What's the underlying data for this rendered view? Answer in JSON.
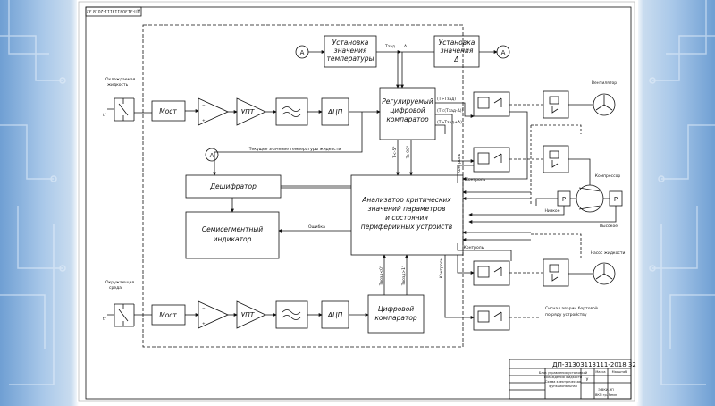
{
  "title_block": {
    "doc_code": "ДП-31303113111-2018 32",
    "doc_code_rot": "ДП-31303113111-2018 32",
    "desc_lines": [
      "Блок управления установкой",
      "охлаждения жидкости",
      "Схема электрическая",
      "функциональная"
    ],
    "sheet_lines": [
      "Э-ВКИ-ЭП",
      "ВКП гр. Ремл"
    ],
    "letter": "У",
    "col_mass": "Масса",
    "col_scale": "Масштаб"
  },
  "sensors": {
    "cooled_liquid": [
      "Охлаждаемая",
      "жидкость"
    ],
    "ambient": [
      "Окружающая",
      "среда"
    ],
    "t_label": "t°"
  },
  "blocks": {
    "bridge": "Мост",
    "dc_amp": "УПТ",
    "adc": "АЦП",
    "regulated_comparator": [
      "Регулируемый",
      "цифровой",
      "компаратор"
    ],
    "set_temperature": [
      "Установка",
      "значения",
      "температуры"
    ],
    "set_delta": [
      "Установка",
      "значения",
      "Δ"
    ],
    "decoder": "Дешифратор",
    "seven_seg": [
      "Семисегментный",
      "индикатор"
    ],
    "analyzer": [
      "Анализатор критических",
      "значений параметров",
      "и состояния",
      "периферийных устройств"
    ],
    "digital_comparator": [
      "Цифровой",
      "компаратор"
    ]
  },
  "signals": {
    "t_set": "Tзад",
    "delta": "Δ",
    "current_temp": "Текущее значение температуры жидкости",
    "gt_lt_1": "(T>Tзад)",
    "gt_lt_2": "(T<(Tзад-Δ))",
    "gt_lt_3": "(T>Tзад+Δ)",
    "t_low": "T<-5°",
    "t_high": "T>90°",
    "control": "Контроль",
    "error": "Ошибка",
    "tamb_low": "Tвозд<0°",
    "tamb_high": "Tвозд>1°",
    "ground": "ⅎ",
    "amp_minus": "−",
    "amp_plus": "+"
  },
  "devices": {
    "fan": "Вентилятор",
    "compressor": "Компрессор",
    "pump": "Насос жидкости",
    "low_pressure": "Низкое",
    "high_pressure": "Высокое",
    "p": "P",
    "alarm": [
      "Сигнал аварии бортовой",
      "по ряду устройству"
    ]
  },
  "misc": {
    "ammeter": "A"
  }
}
